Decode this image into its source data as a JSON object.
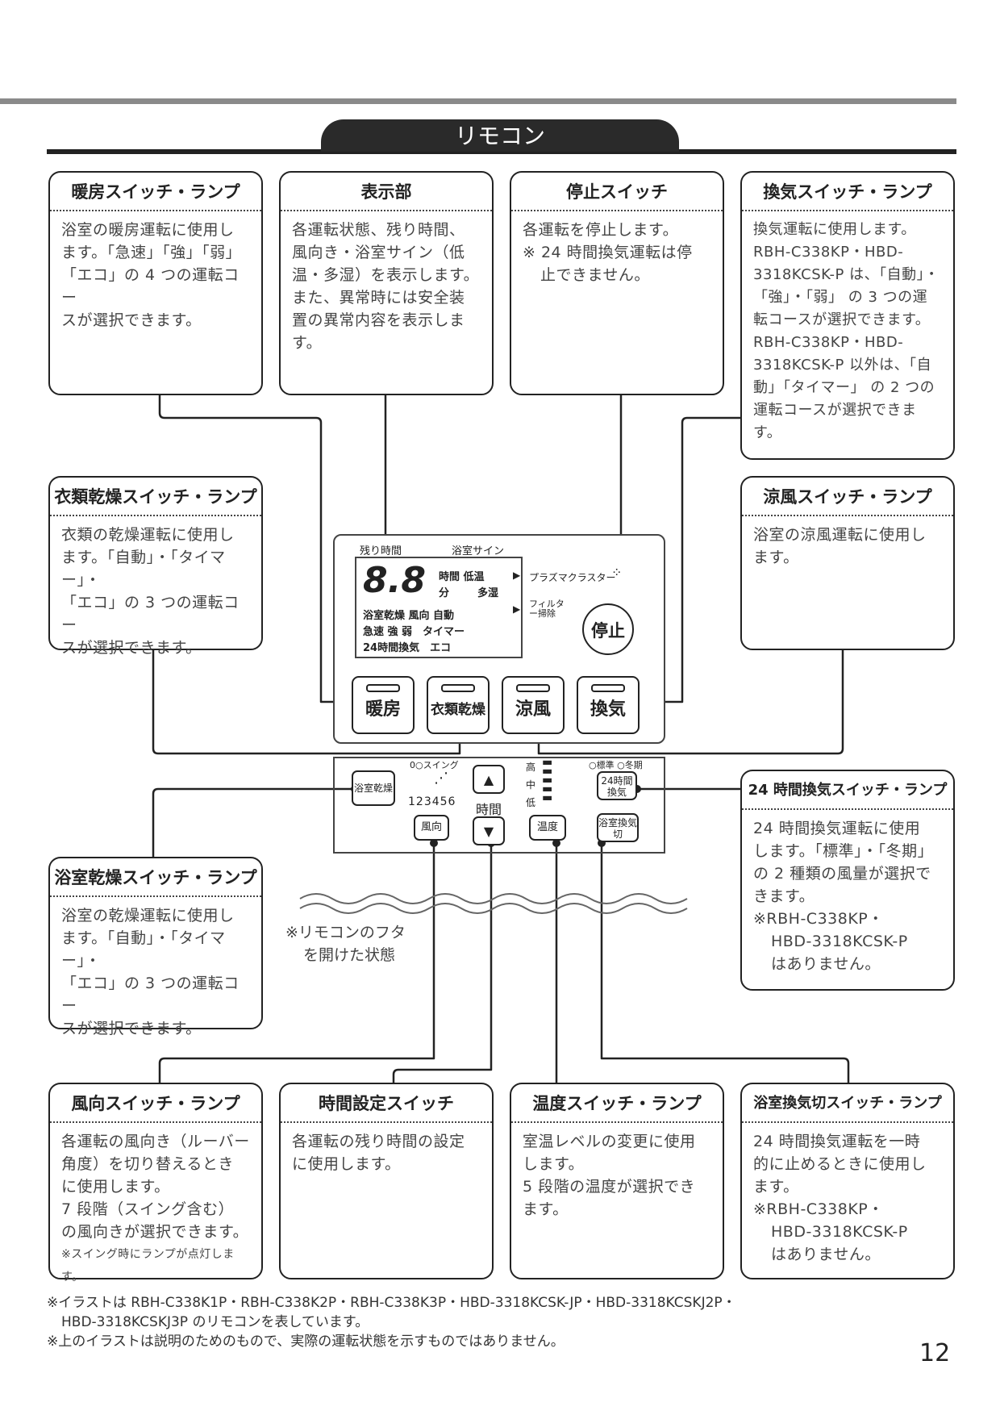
{
  "section_title": "リモコン",
  "boxes": {
    "heating": {
      "title": "暖房スイッチ・ランプ",
      "lines": [
        "浴室の暖房運転に使用し",
        "ます。「急速」「強」「弱」",
        "「エコ」の 4 つの運転コー",
        "スが選択できます。"
      ]
    },
    "display": {
      "title": "表示部",
      "lines": [
        "各運転状態、残り時間、",
        "風向き・浴室サイン（低",
        "温・多湿）を表示します。",
        "また、異常時には安全装",
        "置の異常内容を表示しま",
        "す。"
      ]
    },
    "stop": {
      "title": "停止スイッチ",
      "lines": [
        "各運転を停止します。",
        "※ 24 時間換気運転は停",
        "止できません。"
      ]
    },
    "ventilation": {
      "title": "換気スイッチ・ランプ",
      "lines": [
        "換気運転に使用します。",
        "RBH-C338KP・HBD-",
        "3318KCSK-P は、「自動」・",
        "「強」・「弱」 の 3 つの運",
        "転コースが選択できます。",
        "RBH-C338KP・HBD-",
        "3318KCSK-P 以外は、「自",
        "動」「タイマー」 の 2 つの",
        "運転コースが選択できま",
        "す。"
      ]
    },
    "clothes": {
      "title": "衣類乾燥スイッチ・ランプ",
      "lines": [
        "衣類の乾燥運転に使用し",
        "ます。「自動」・「タイマー」・",
        "「エコ」の 3 つの運転コー",
        "スが選択できます。"
      ]
    },
    "cool": {
      "title": "涼風スイッチ・ランプ",
      "lines": [
        "浴室の涼風運転に使用し",
        "ます。"
      ]
    },
    "vent24": {
      "title": "24 時間換気スイッチ・ランプ",
      "lines": [
        "24 時間換気運転に使用",
        "します。「標準」・「冬期」",
        "の 2 種類の風量が選択で",
        "きます。",
        "※RBH-C338KP・",
        "HBD-3318KCSK-P",
        "はありません。"
      ]
    },
    "bathdry": {
      "title": "浴室乾燥スイッチ・ランプ",
      "lines": [
        "浴室の乾燥運転に使用し",
        "ます。「自動」・「タイマー」・",
        "「エコ」の 3 つの運転コー",
        "スが選択できます。"
      ]
    },
    "wind": {
      "title": "風向スイッチ・ランプ",
      "lines": [
        "各運転の風向き（ルーバー",
        "角度）を切り替えるとき",
        "に使用します。",
        "7 段階（スイング含む）",
        "の風向きが選択できます。",
        "※スイング時にランプが点灯します。"
      ]
    },
    "time": {
      "title": "時間設定スイッチ",
      "lines": [
        "各運転の残り時間の設定",
        "に使用します。"
      ]
    },
    "temp": {
      "title": "温度スイッチ・ランプ",
      "lines": [
        "室温レベルの変更に使用",
        "します。",
        "5 段階の温度が選択でき",
        "ます。"
      ]
    },
    "bathvent": {
      "title": "浴室換気切スイッチ・ランプ",
      "lines": [
        "24 時間換気運転を一時",
        "的に止めるときに使用し",
        "ます。",
        "※RBH-C338KP・",
        "HBD-3318KCSK-P",
        "はありません。"
      ]
    }
  },
  "remote": {
    "lcd": {
      "label_remaining": "残り時間",
      "label_sign": "浴室サイン",
      "digits": "8.8",
      "row1": "時間 低温",
      "row2_unit": "分",
      "row2_sign": "多湿",
      "row3": "浴室乾燥 風向 自動",
      "row4": "急速 強 弱　タイマー",
      "row5": "24時間換気　エコ"
    },
    "plasma": "プラズマクラスター",
    "filter": "フィルター掃除",
    "stop_button": "停止",
    "buttons": [
      "暖房",
      "衣類乾燥",
      "涼風",
      "換気"
    ],
    "bath_dry_button": "浴室乾燥",
    "swing_label": "0○スイング",
    "wind_steps": "123456",
    "wind_button": "風向",
    "time_label": "時間",
    "temp_levels": [
      "高",
      "中",
      "低"
    ],
    "temp_button": "温度",
    "vent_modes": "○標準 ○冬期",
    "vent24_button": "24時間換気",
    "bathvent_button": "浴室換気切"
  },
  "lid_note": [
    "※リモコンのフタ",
    "を開けた状態"
  ],
  "footnotes": [
    "※イラストは RBH-C338K1P・RBH-C338K2P・RBH-C338K3P・HBD-3318KCSK-JP・HBD-3318KCSKJ2P・",
    "HBD-3318KCSKJ3P のリモコンを表しています。",
    "※上のイラストは説明のためのもので、実際の運転状態を示すものではありません。"
  ],
  "page_number": "12"
}
